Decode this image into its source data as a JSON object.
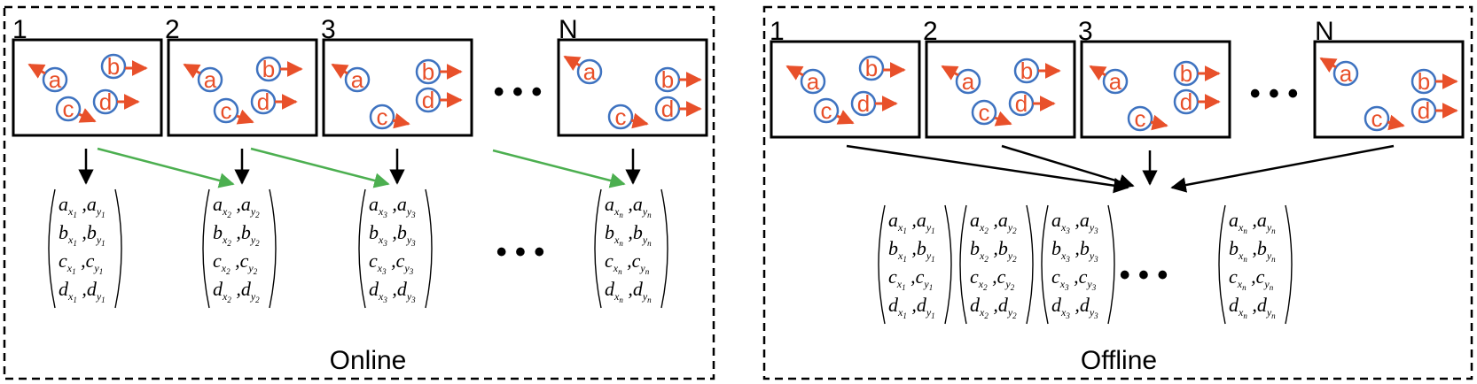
{
  "frames": [
    "1",
    "2",
    "3",
    "N"
  ],
  "particles": [
    "a",
    "b",
    "c",
    "d"
  ],
  "coord_index": [
    "1",
    "2",
    "3",
    "n"
  ],
  "ellipsis": "• • •",
  "modes": {
    "online": "Online",
    "offline": "Offline"
  },
  "colors": {
    "particle_circle": "#3f73c0",
    "velocity_arrow": "#e8502a",
    "temporal_link": "#4caf50",
    "flow_arrow": "#000000"
  }
}
